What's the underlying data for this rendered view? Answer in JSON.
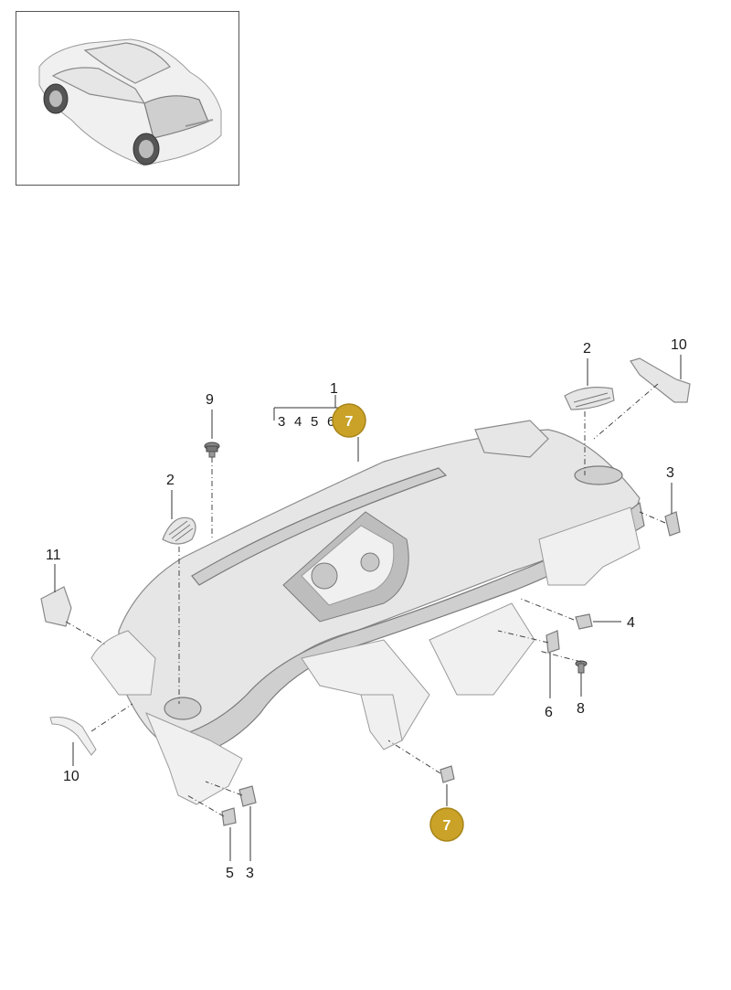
{
  "callouts": {
    "c1": "1",
    "c2_top": "2",
    "c2_left": "2",
    "c3_right": "3",
    "c3_bottom": "3",
    "c4": "4",
    "c5_bottom": "5",
    "c6": "6",
    "c7_badge_top": "7",
    "c7_badge_bottom": "7",
    "c8": "8",
    "c9": "9",
    "c10_top": "10",
    "c10_bottom": "10",
    "c11": "11"
  },
  "subgroup": [
    "3",
    "4",
    "5",
    "6"
  ],
  "colors": {
    "badge": "#c9a227",
    "badge_stroke": "#a8841a"
  }
}
